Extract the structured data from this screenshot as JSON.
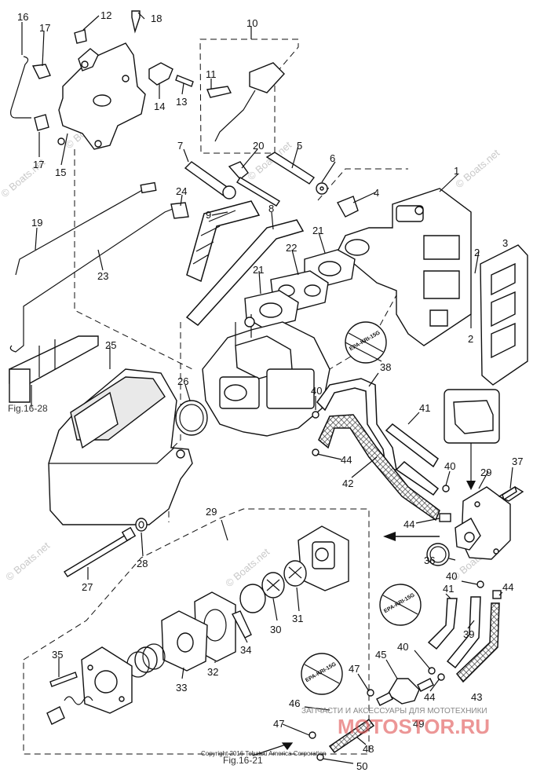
{
  "labels": {
    "p1": "1",
    "p2a": "2",
    "p2b": "2",
    "p3": "3",
    "p4": "4",
    "p5": "5",
    "p6": "6",
    "p7": "7",
    "p8": "8",
    "p9": "9",
    "p10": "10",
    "p11": "11",
    "p12": "12",
    "p13": "13",
    "p14": "14",
    "p15": "15",
    "p16": "16",
    "p17a": "17",
    "p17b": "17",
    "p18": "18",
    "p19": "19",
    "p20": "20",
    "p21a": "21",
    "p21b": "21",
    "p22": "22",
    "p23": "23",
    "p24": "24",
    "p25": "25",
    "p26": "26",
    "p27": "27",
    "p28": "28",
    "p29a": "29",
    "p29b": "29",
    "p30": "30",
    "p31": "31",
    "p32": "32",
    "p33": "33",
    "p34": "34",
    "p35": "35",
    "p36": "36",
    "p37": "37",
    "p38": "38",
    "p39": "39",
    "p40a": "40",
    "p40b": "40",
    "p40c": "40",
    "p40d": "40",
    "p41a": "41",
    "p41b": "41",
    "p42": "42",
    "p43": "43",
    "p44a": "44",
    "p44b": "44",
    "p44c": "44",
    "p44d": "44",
    "p45": "45",
    "p46": "46",
    "p47a": "47",
    "p47b": "47",
    "p48": "48",
    "p49": "49",
    "p50": "50"
  },
  "refs": {
    "fig_ref_1": "Fig.16-28",
    "fig_ref_2": "Fig.16-21"
  },
  "epa_tags": {
    "tag1": "EPA-KRI-15G",
    "tag2": "EPA-KRI-15G",
    "tag3": "EPA-KRI-15G"
  },
  "watermarks": {
    "w": "© Boats.net"
  },
  "copyright": "Copyright 2016 Tohatsu America Corporation",
  "brand": {
    "caption": "ЗАПЧАСТИ И АКСЕССУАРЫ ДЛЯ МОТОТЕХНИКИ",
    "logo": "MOTOSTOR.RU"
  },
  "colors": {
    "line": "#111111",
    "watermark": "#c9c9c9",
    "brand_red": "#e05050"
  }
}
